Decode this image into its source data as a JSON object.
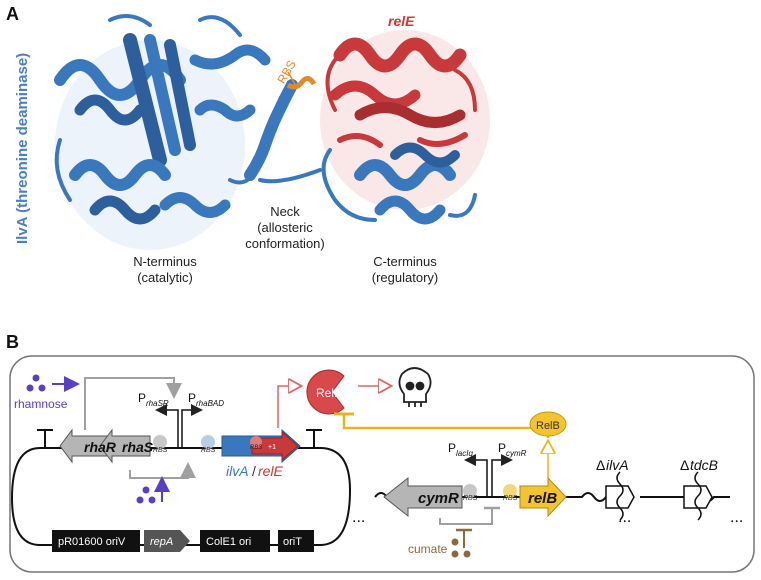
{
  "panel_a": {
    "label": "A",
    "side_label": "IlvA (threonine deaminase)",
    "rele_label": "relE",
    "rbs_label": "RBS",
    "domains": [
      {
        "title": "N-terminus",
        "sub": "(catalytic)"
      },
      {
        "title": "Neck",
        "sub": "(allosteric conformation)"
      },
      {
        "title": "C-terminus",
        "sub": "(regulatory)"
      }
    ]
  },
  "panel_b": {
    "label": "B",
    "inputs": {
      "rhamnose": "rhamnose",
      "cumate": "cumate"
    },
    "promoters": {
      "rhaSR_p": "P",
      "rhaSR_sub": "rhaSR",
      "rhaBAD_p": "P",
      "rhaBAD_sub": "rhaBAD",
      "lacIq_p": "P",
      "lacIq_sub": "lacIq",
      "cymR_p": "P",
      "cymR_sub": "cymR"
    },
    "genes": {
      "rhaR": "rhaR",
      "rhaS": "rhaS",
      "ilvA": "ilvA",
      "slash": "/",
      "relE": "relE",
      "cymR": "cymR",
      "relB": "relB",
      "plus1": "+1"
    },
    "rbs": "RBS",
    "proteins": {
      "RelE": "RelE",
      "RelB": "RelB"
    },
    "plasmid_parts": [
      "pR01600 oriV",
      "repA",
      "ColE1 ori",
      "oriT"
    ],
    "deletions": {
      "ilvA_delta": "Δ",
      "ilvA": "ilvA",
      "tdcB_delta": "Δ",
      "tdcB": "tdcB"
    },
    "dots": "..."
  },
  "colors": {
    "ilva_blue": "#3a78bd",
    "rele_red": "#c8393b",
    "relb_yellow": "#f4c430",
    "gray": "#a0a0a0",
    "rhamnose_purple": "#5a3fc0",
    "cumate_brown": "#8b6a3e",
    "rbs_orange": "#e08a2c"
  }
}
